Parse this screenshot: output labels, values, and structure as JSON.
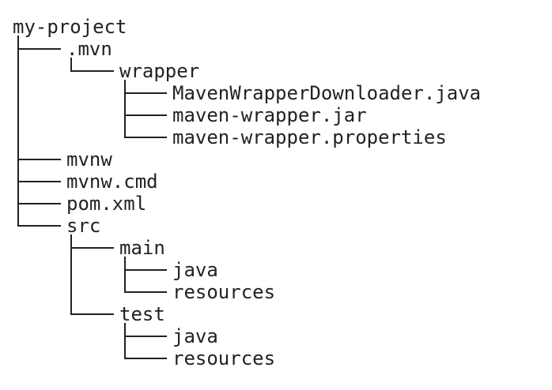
{
  "tree": {
    "root": "my-project",
    "nodes": [
      {
        "name": ".mvn",
        "depth": 1
      },
      {
        "name": "wrapper",
        "depth": 2
      },
      {
        "name": "MavenWrapperDownloader.java",
        "depth": 3
      },
      {
        "name": "maven-wrapper.jar",
        "depth": 3
      },
      {
        "name": "maven-wrapper.properties",
        "depth": 3
      },
      {
        "name": "mvnw",
        "depth": 1
      },
      {
        "name": "mvnw.cmd",
        "depth": 1
      },
      {
        "name": "pom.xml",
        "depth": 1
      },
      {
        "name": "src",
        "depth": 1
      },
      {
        "name": "main",
        "depth": 2
      },
      {
        "name": "java",
        "depth": 3
      },
      {
        "name": "resources",
        "depth": 3
      },
      {
        "name": "test",
        "depth": 2
      },
      {
        "name": "java",
        "depth": 3
      },
      {
        "name": "resources",
        "depth": 3
      }
    ]
  }
}
